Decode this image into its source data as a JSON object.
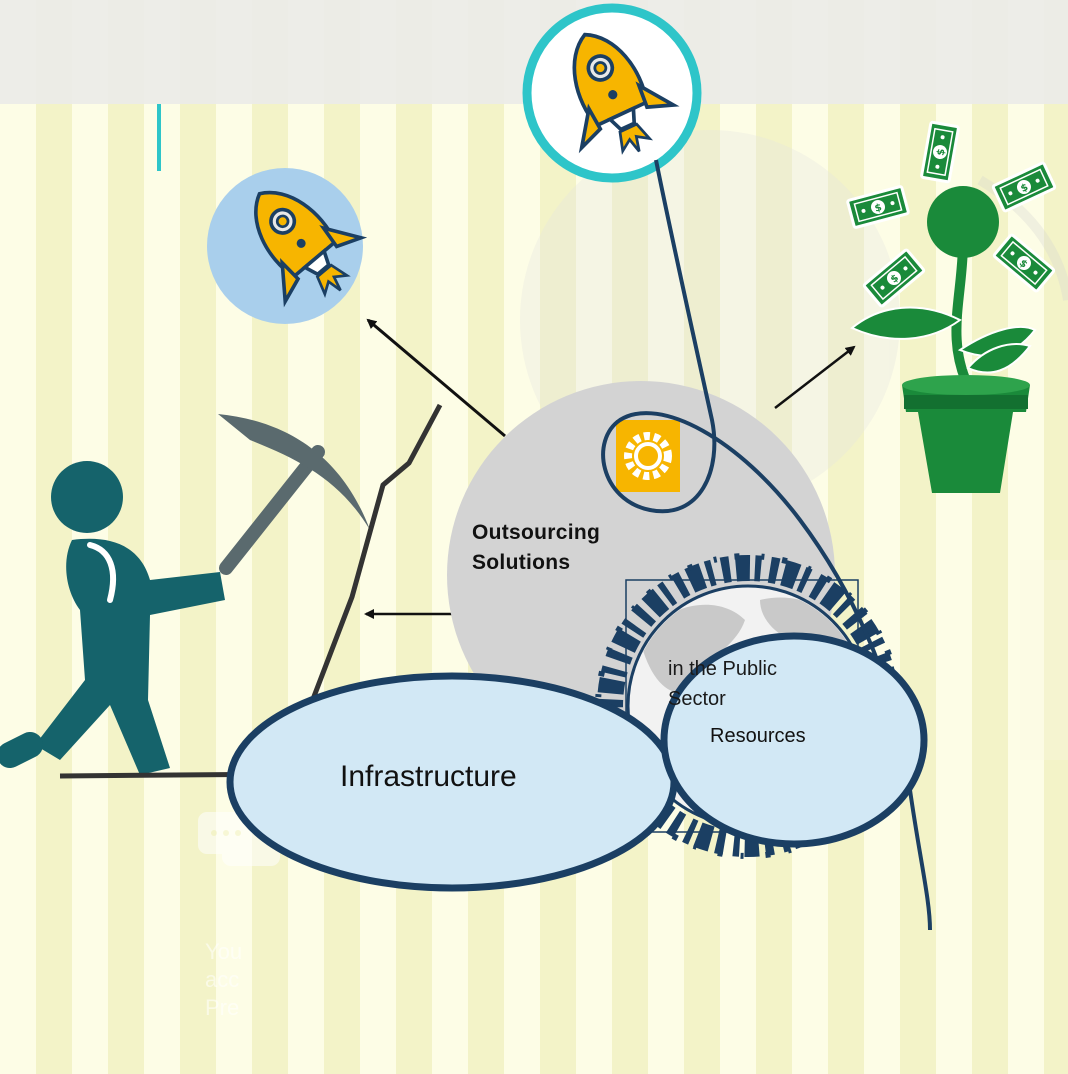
{
  "labels": {
    "outsourcing_line1": "Outsourcing",
    "outsourcing_line2": "Solutions",
    "public_line1": "in the Public",
    "public_line2": "Sector",
    "infrastructure": "Infrastructure",
    "resources": "Resources"
  },
  "faint_text": [
    "You",
    "acc",
    "Pre"
  ],
  "icons": [
    "rocket-icon",
    "rocket-icon",
    "money-plant-icon",
    "miner-icon",
    "gear-icon",
    "globe-icon",
    "chat-bubble-icon"
  ],
  "colors": {
    "stripe_light": "#fdfde6",
    "stripe_dark": "#f3f3c8",
    "accent_teal": "#2ec5c9",
    "navy": "#1b3f63",
    "miner_teal": "#15636b",
    "money_green": "#1a8a3a",
    "rocket_yellow": "#f7b500",
    "center_grey": "#d3d3d3",
    "ellipse_fill": "#d2e8f5",
    "light_blue_circle": "#a9cfec"
  }
}
